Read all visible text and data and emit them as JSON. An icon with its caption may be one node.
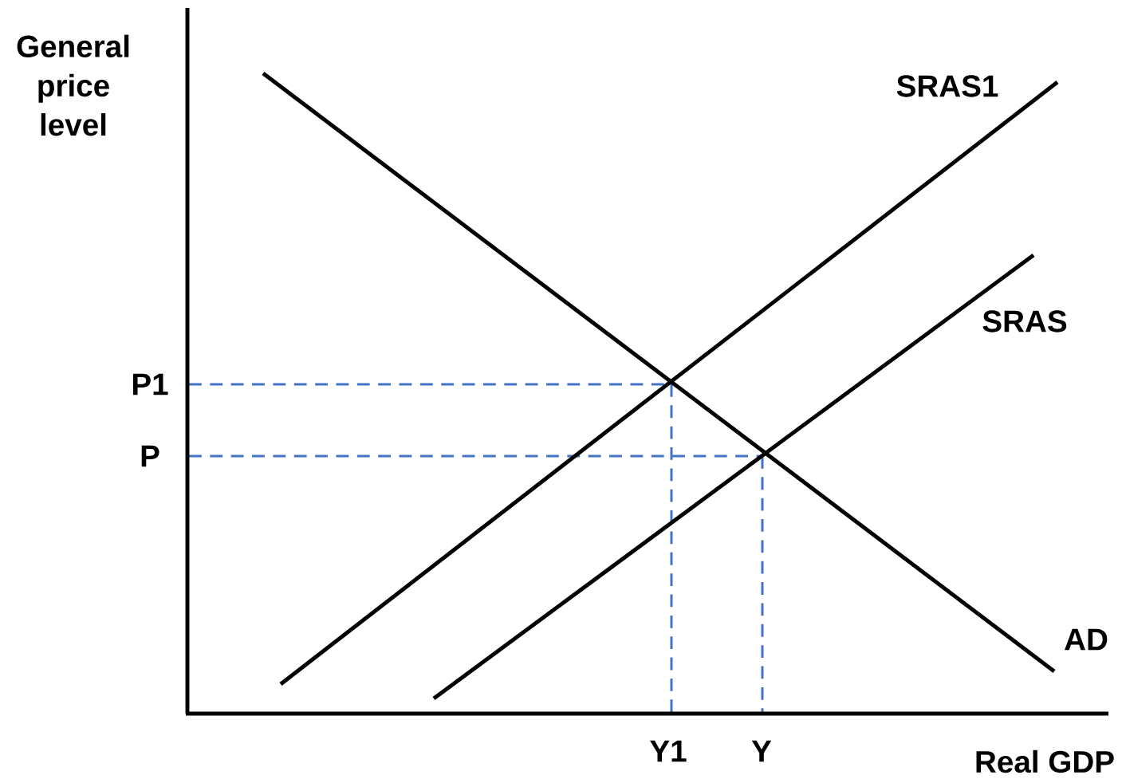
{
  "diagram": {
    "labels": [
      "General price level",
      "SRAS1",
      "SRAS",
      "P1",
      "P",
      "AD",
      "Y1",
      "Y",
      "Real GDP"
    ]
  }
}
